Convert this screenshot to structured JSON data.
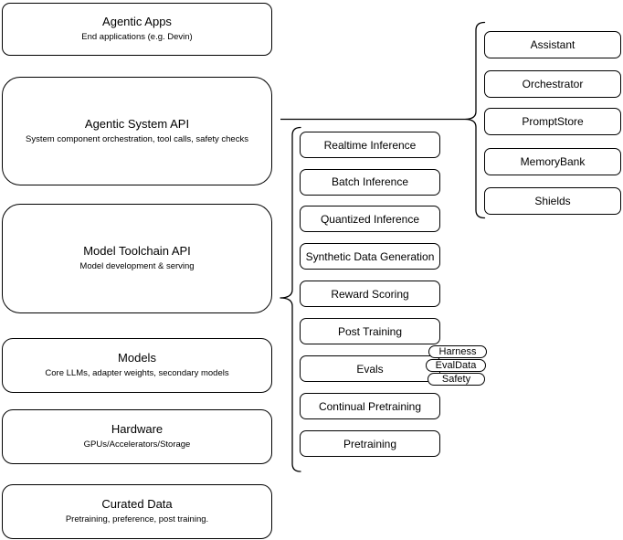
{
  "diagram": {
    "stack": [
      {
        "title": "Agentic Apps",
        "subtitle": "End applications (e.g. Devin)"
      },
      {
        "title": "Agentic System API",
        "subtitle": "System component orchestration, tool calls, safety checks"
      },
      {
        "title": "Model Toolchain API",
        "subtitle": "Model development & serving"
      },
      {
        "title": "Models",
        "subtitle": "Core LLMs, adapter weights, secondary models"
      },
      {
        "title": "Hardware",
        "subtitle": "GPUs/Accelerators/Storage"
      },
      {
        "title": "Curated Data",
        "subtitle": "Pretraining, preference, post training."
      }
    ],
    "toolchain": {
      "components": [
        "Realtime Inference",
        "Batch Inference",
        "Quantized Inference",
        "Synthetic Data Generation",
        "Reward Scoring",
        "Post Training",
        "Evals",
        "Continual Pretraining",
        "Pretraining"
      ],
      "evals_tags": [
        "Harness",
        "EvalData",
        "Safety"
      ]
    },
    "system": {
      "components": [
        "Assistant",
        "Orchestrator",
        "PromptStore",
        "MemoryBank",
        "Shields"
      ]
    },
    "colors": {
      "stroke": "#000000",
      "fill": "#ffffff",
      "text": "#000000"
    }
  }
}
